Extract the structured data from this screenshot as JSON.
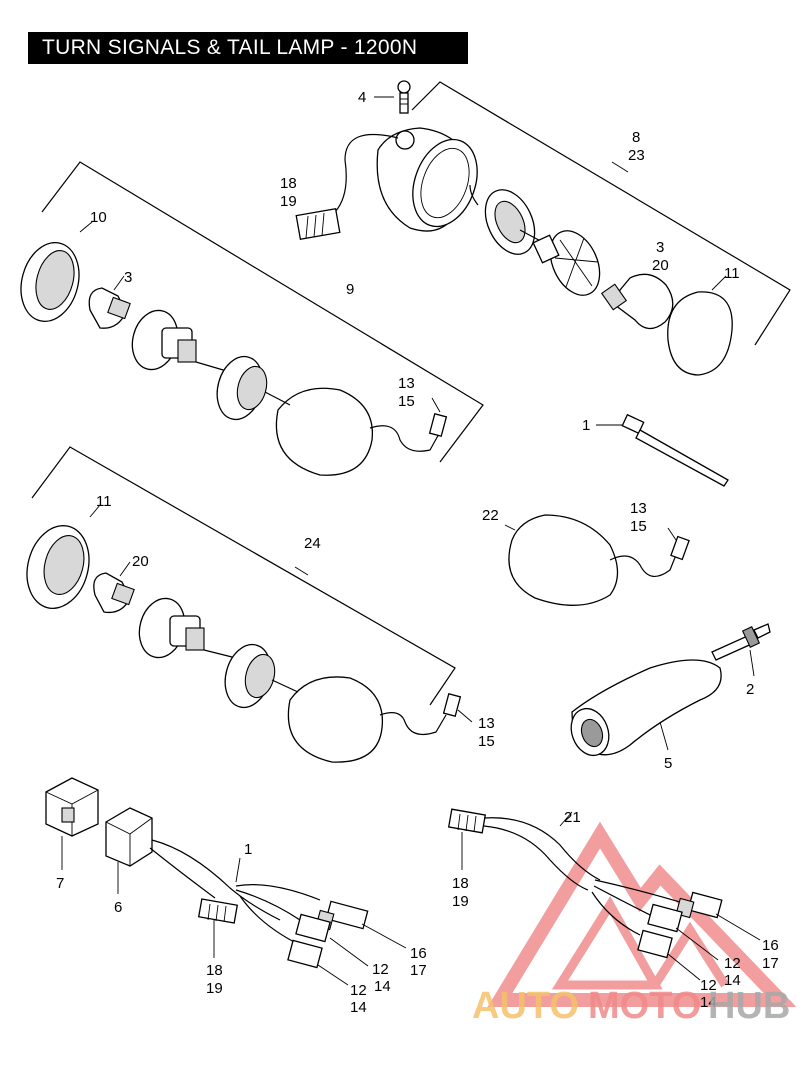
{
  "title": "TURN SIGNALS & TAIL LAMP - 1200N",
  "labels": {
    "l4": "4",
    "l8": "8",
    "l23": "23",
    "l18a": "18",
    "l19a": "19",
    "l10": "10",
    "l3a": "3",
    "l3b": "3",
    "l20a": "20",
    "l11a": "11",
    "l9": "9",
    "l13a": "13",
    "l15a": "15",
    "l1a": "1",
    "l11b": "11",
    "l20b": "20",
    "l24": "24",
    "l22": "22",
    "l13b": "13",
    "l15b": "15",
    "l13c": "13",
    "l15c": "15",
    "l2": "2",
    "l5": "5",
    "l1b": "1",
    "l7": "7",
    "l6": "6",
    "l16a": "16",
    "l17a": "17",
    "l12a": "12",
    "l14a": "14",
    "l18b": "18",
    "l19b": "19",
    "l12b": "12",
    "l14b": "14",
    "l21": "21",
    "l18c": "18",
    "l19c": "19",
    "l16b": "16",
    "l17b": "17",
    "l12c": "12",
    "l14c": "14",
    "l12d": "12",
    "l14d": "14"
  },
  "watermark": {
    "part1": "AUTO",
    "part2": "MOTO",
    "part3": "HUB",
    "color1": "#f5c16c",
    "color2": "#f08a8a",
    "color3": "#a8a8a8",
    "logo_color": "#e85050"
  }
}
